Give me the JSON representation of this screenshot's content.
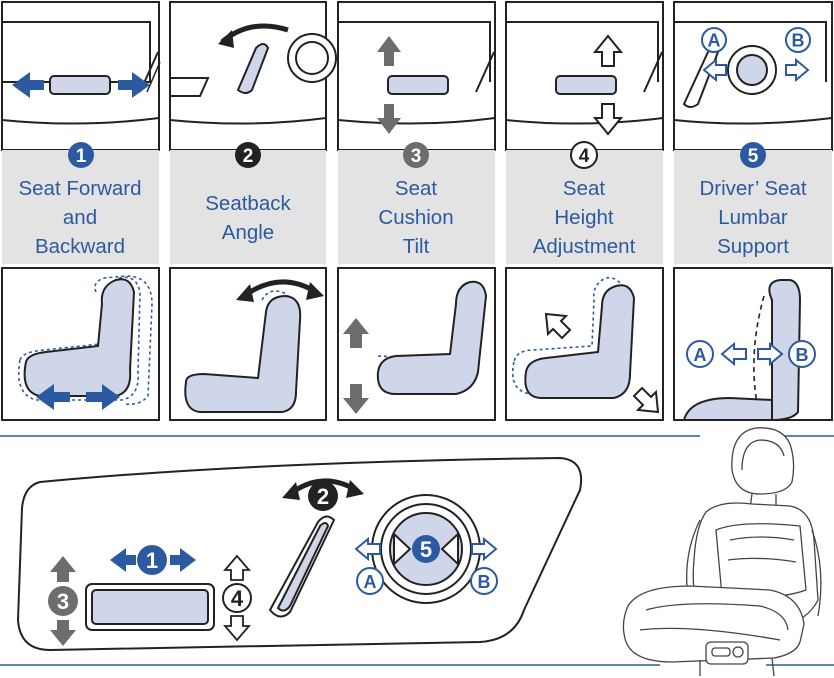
{
  "colors": {
    "blue": "#2c5aa0",
    "dark": "#222222",
    "gray": "#6d6d6d",
    "label_band": "#e3e3e3",
    "seat_fill": "#cfd6ea"
  },
  "panels": [
    {
      "number": "1",
      "badge_style": "blue",
      "label_lines": [
        "Seat Forward",
        "and",
        "Backward"
      ]
    },
    {
      "number": "2",
      "badge_style": "dark",
      "label_lines": [
        "Seatback",
        "Angle"
      ]
    },
    {
      "number": "3",
      "badge_style": "gray",
      "label_lines": [
        "Seat",
        "Cushion",
        "Tilt"
      ]
    },
    {
      "number": "4",
      "badge_style": "outline",
      "label_lines": [
        "Seat",
        "Height",
        "Adjustment"
      ]
    },
    {
      "number": "5",
      "badge_style": "blue",
      "label_lines": [
        "Driver’ Seat",
        "Lumbar",
        "Support"
      ]
    }
  ],
  "lumbar": {
    "a_label": "A",
    "b_label": "B"
  },
  "overview": {
    "callout_1": "1",
    "callout_2": "2",
    "callout_3": "3",
    "callout_4": "4",
    "callout_5": "5",
    "a_label": "A",
    "b_label": "B"
  }
}
